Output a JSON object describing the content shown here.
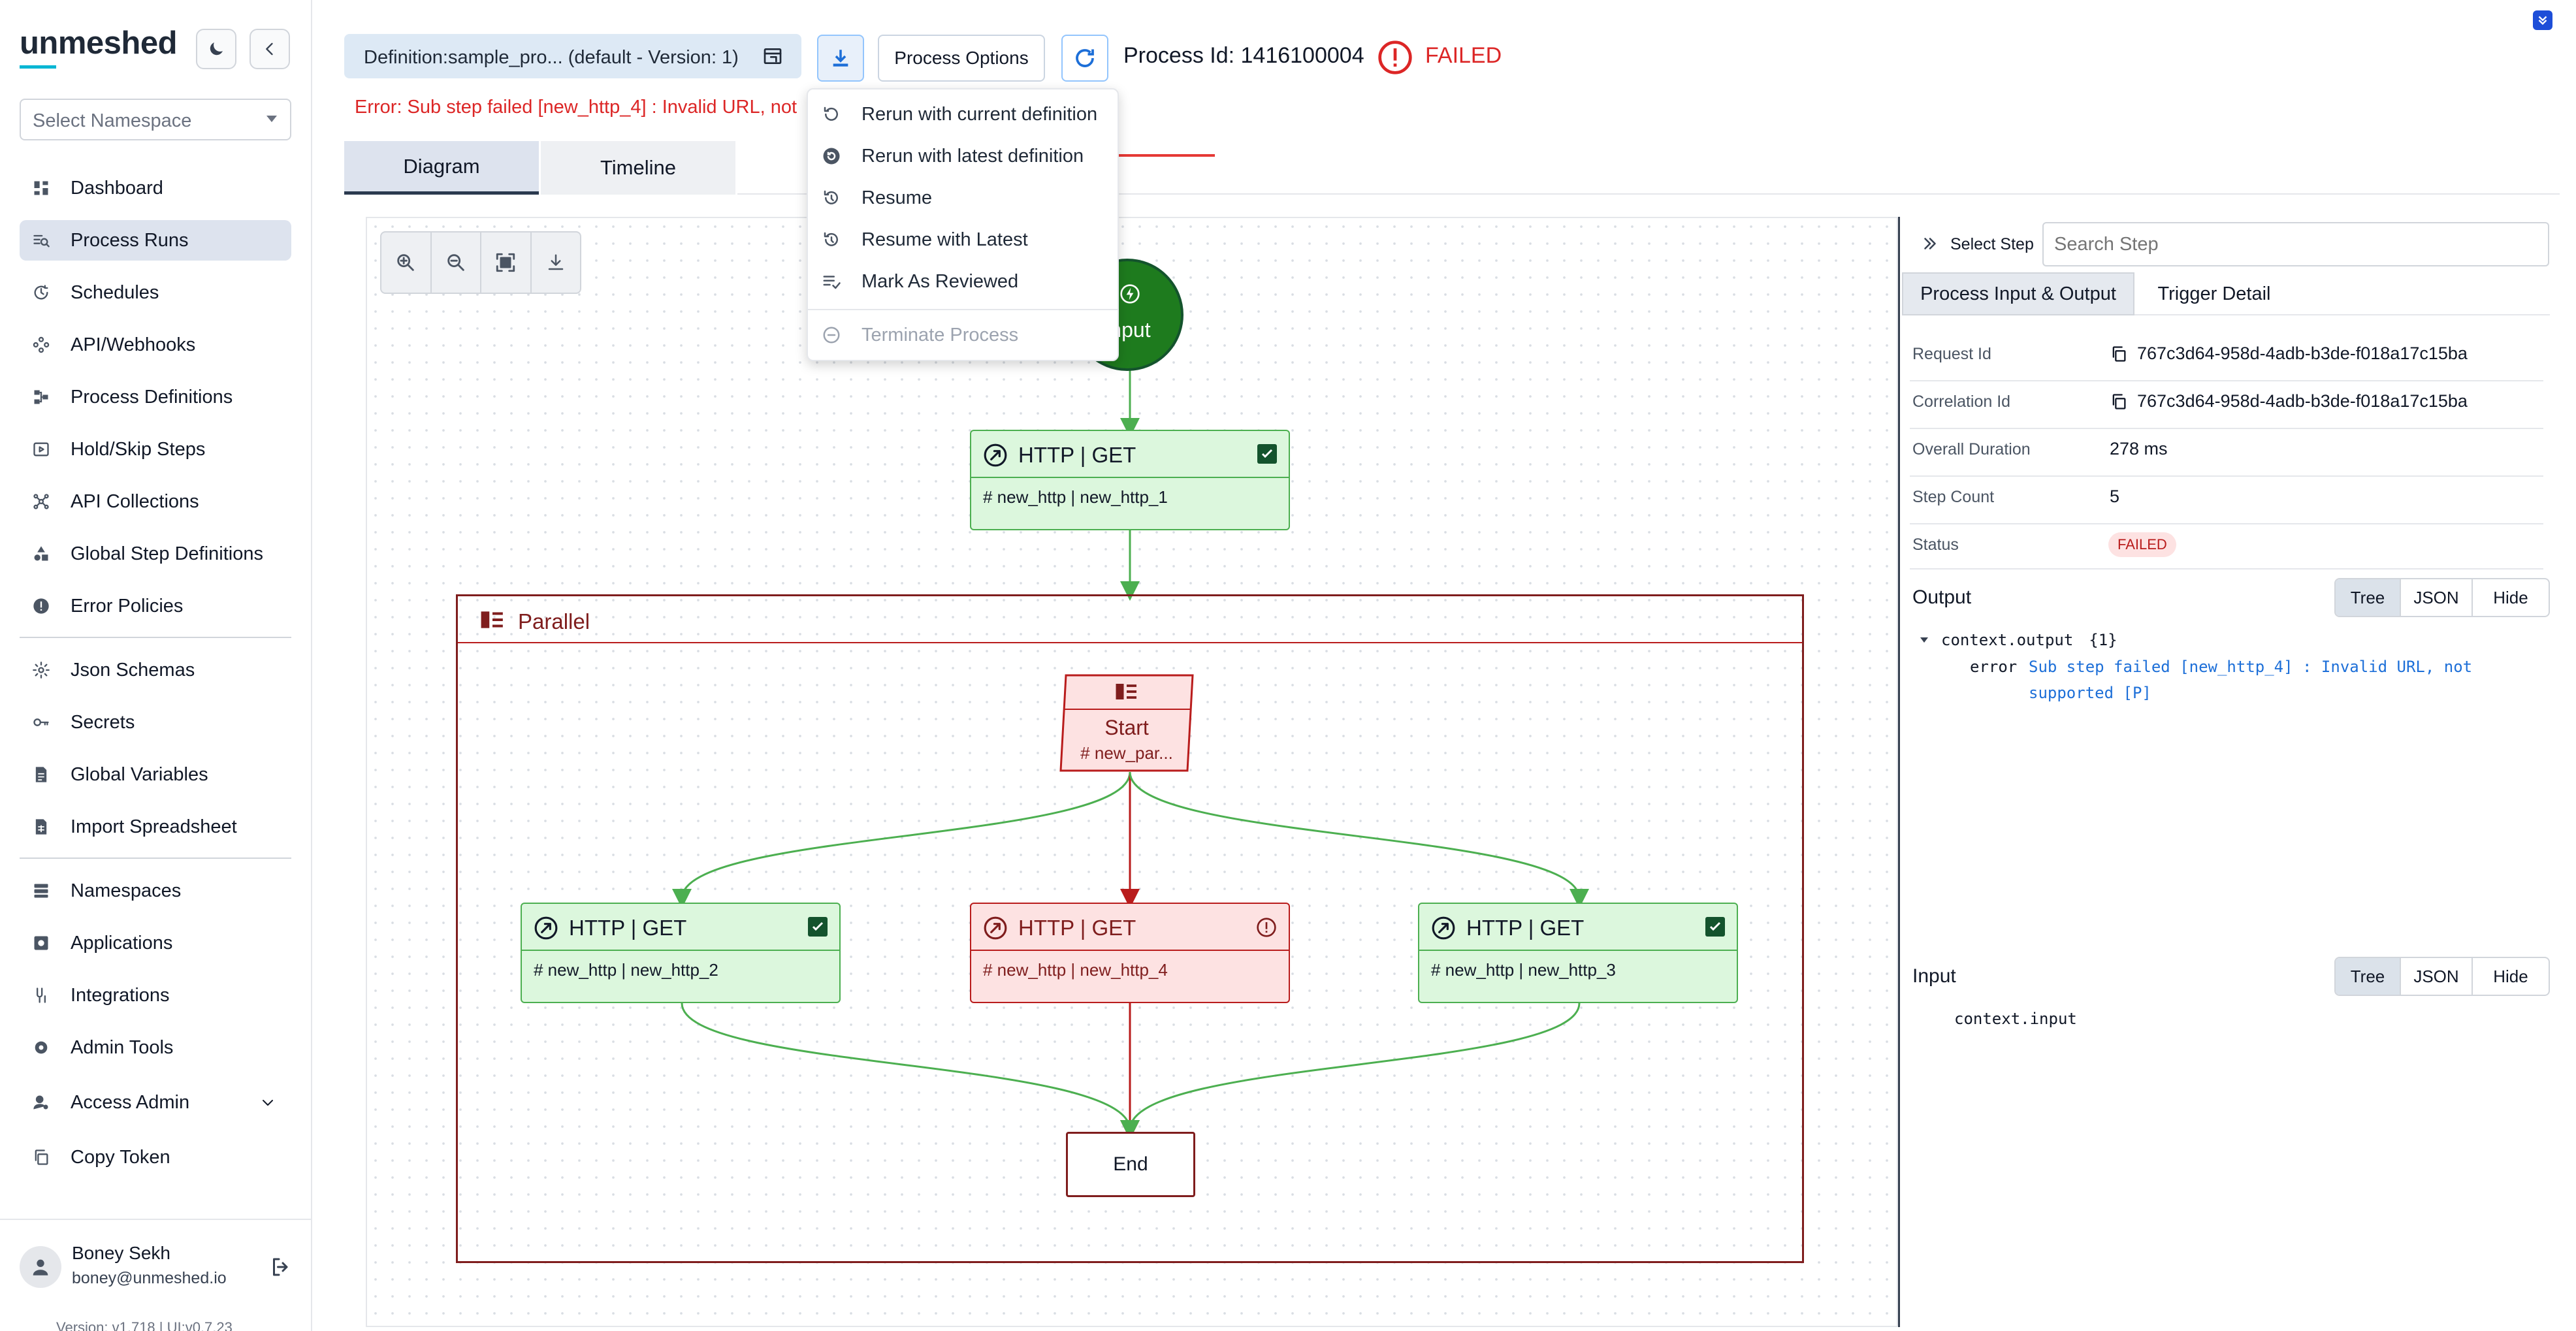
{
  "app": {
    "logo": "unmeshed"
  },
  "sidebar": {
    "namespace_placeholder": "Select Namespace",
    "items": [
      {
        "label": "Dashboard"
      },
      {
        "label": "Process Runs"
      },
      {
        "label": "Schedules"
      },
      {
        "label": "API/Webhooks"
      },
      {
        "label": "Process Definitions"
      },
      {
        "label": "Hold/Skip Steps"
      },
      {
        "label": "API Collections"
      },
      {
        "label": "Global Step Definitions"
      },
      {
        "label": "Error Policies"
      },
      {
        "label": "Json Schemas"
      },
      {
        "label": "Secrets"
      },
      {
        "label": "Global Variables"
      },
      {
        "label": "Import Spreadsheet"
      },
      {
        "label": "Namespaces"
      },
      {
        "label": "Applications"
      },
      {
        "label": "Integrations"
      },
      {
        "label": "Admin Tools"
      },
      {
        "label": "Access Admin"
      },
      {
        "label": "Copy Token"
      }
    ],
    "active_item": "Process Runs",
    "user": {
      "name": "Boney Sekh",
      "email": "boney@unmeshed.io"
    },
    "version": "Version: v1.718 | UI:v0.7.23"
  },
  "header": {
    "definition": "Definition:sample_pro... (default - Version: 1)",
    "process_options_label": "Process Options",
    "process_id": "Process Id: 1416100004",
    "status": "FAILED",
    "error": "Error: Sub step failed [new_http_4] : Invalid URL, not"
  },
  "menu": {
    "items": [
      {
        "label": "Rerun with current definition",
        "icon": "rerun-icon",
        "disabled": false
      },
      {
        "label": "Rerun with latest definition",
        "icon": "rerun-latest-icon",
        "disabled": false
      },
      {
        "label": "Resume",
        "icon": "resume-icon",
        "disabled": false
      },
      {
        "label": "Resume with Latest",
        "icon": "resume-latest-icon",
        "disabled": false
      },
      {
        "label": "Mark As Reviewed",
        "icon": "checklist-icon",
        "disabled": false
      },
      {
        "label": "Terminate Process",
        "icon": "terminate-icon",
        "disabled": true
      }
    ]
  },
  "tabs": [
    {
      "label": "Diagram"
    },
    {
      "label": "Timeline"
    }
  ],
  "active_tab": "Diagram",
  "diagram": {
    "input_node": "Input",
    "http1": {
      "title": "HTTP | GET",
      "sub": "# new_http | new_http_1"
    },
    "parallel": {
      "title": "Parallel"
    },
    "start": {
      "title": "Start",
      "sub": "# new_par..."
    },
    "http2": {
      "title": "HTTP | GET",
      "sub": "# new_http | new_http_2"
    },
    "http4": {
      "title": "HTTP | GET",
      "sub": "# new_http | new_http_4"
    },
    "http3": {
      "title": "HTTP | GET",
      "sub": "# new_http | new_http_3"
    },
    "end": "End"
  },
  "panel": {
    "select_step_label": "Select Step",
    "search_placeholder": "Search Step",
    "tabs": [
      {
        "label": "Process Input & Output"
      },
      {
        "label": "Trigger Detail"
      }
    ],
    "details": {
      "request_id_label": "Request Id",
      "request_id": "767c3d64-958d-4adb-b3de-f018a17c15ba",
      "correlation_id_label": "Correlation Id",
      "correlation_id": "767c3d64-958d-4adb-b3de-f018a17c15ba",
      "duration_label": "Overall Duration",
      "duration": "278 ms",
      "step_count_label": "Step Count",
      "step_count": "5",
      "status_label": "Status",
      "status": "FAILED"
    },
    "output": {
      "label": "Output",
      "views": [
        "Tree",
        "JSON",
        "Hide"
      ],
      "root": "context.output",
      "count": "{1}",
      "key": "error",
      "value_line1": "Sub step failed [new_http_4] : Invalid URL, not",
      "value_line2": "supported [P]"
    },
    "input": {
      "label": "Input",
      "views": [
        "Tree",
        "JSON",
        "Hide"
      ],
      "root": "context.input"
    }
  },
  "colors": {
    "failed": "#dc2626",
    "success": "#4caf50",
    "accent": "#06b6d4",
    "arrow": "#e53935"
  }
}
